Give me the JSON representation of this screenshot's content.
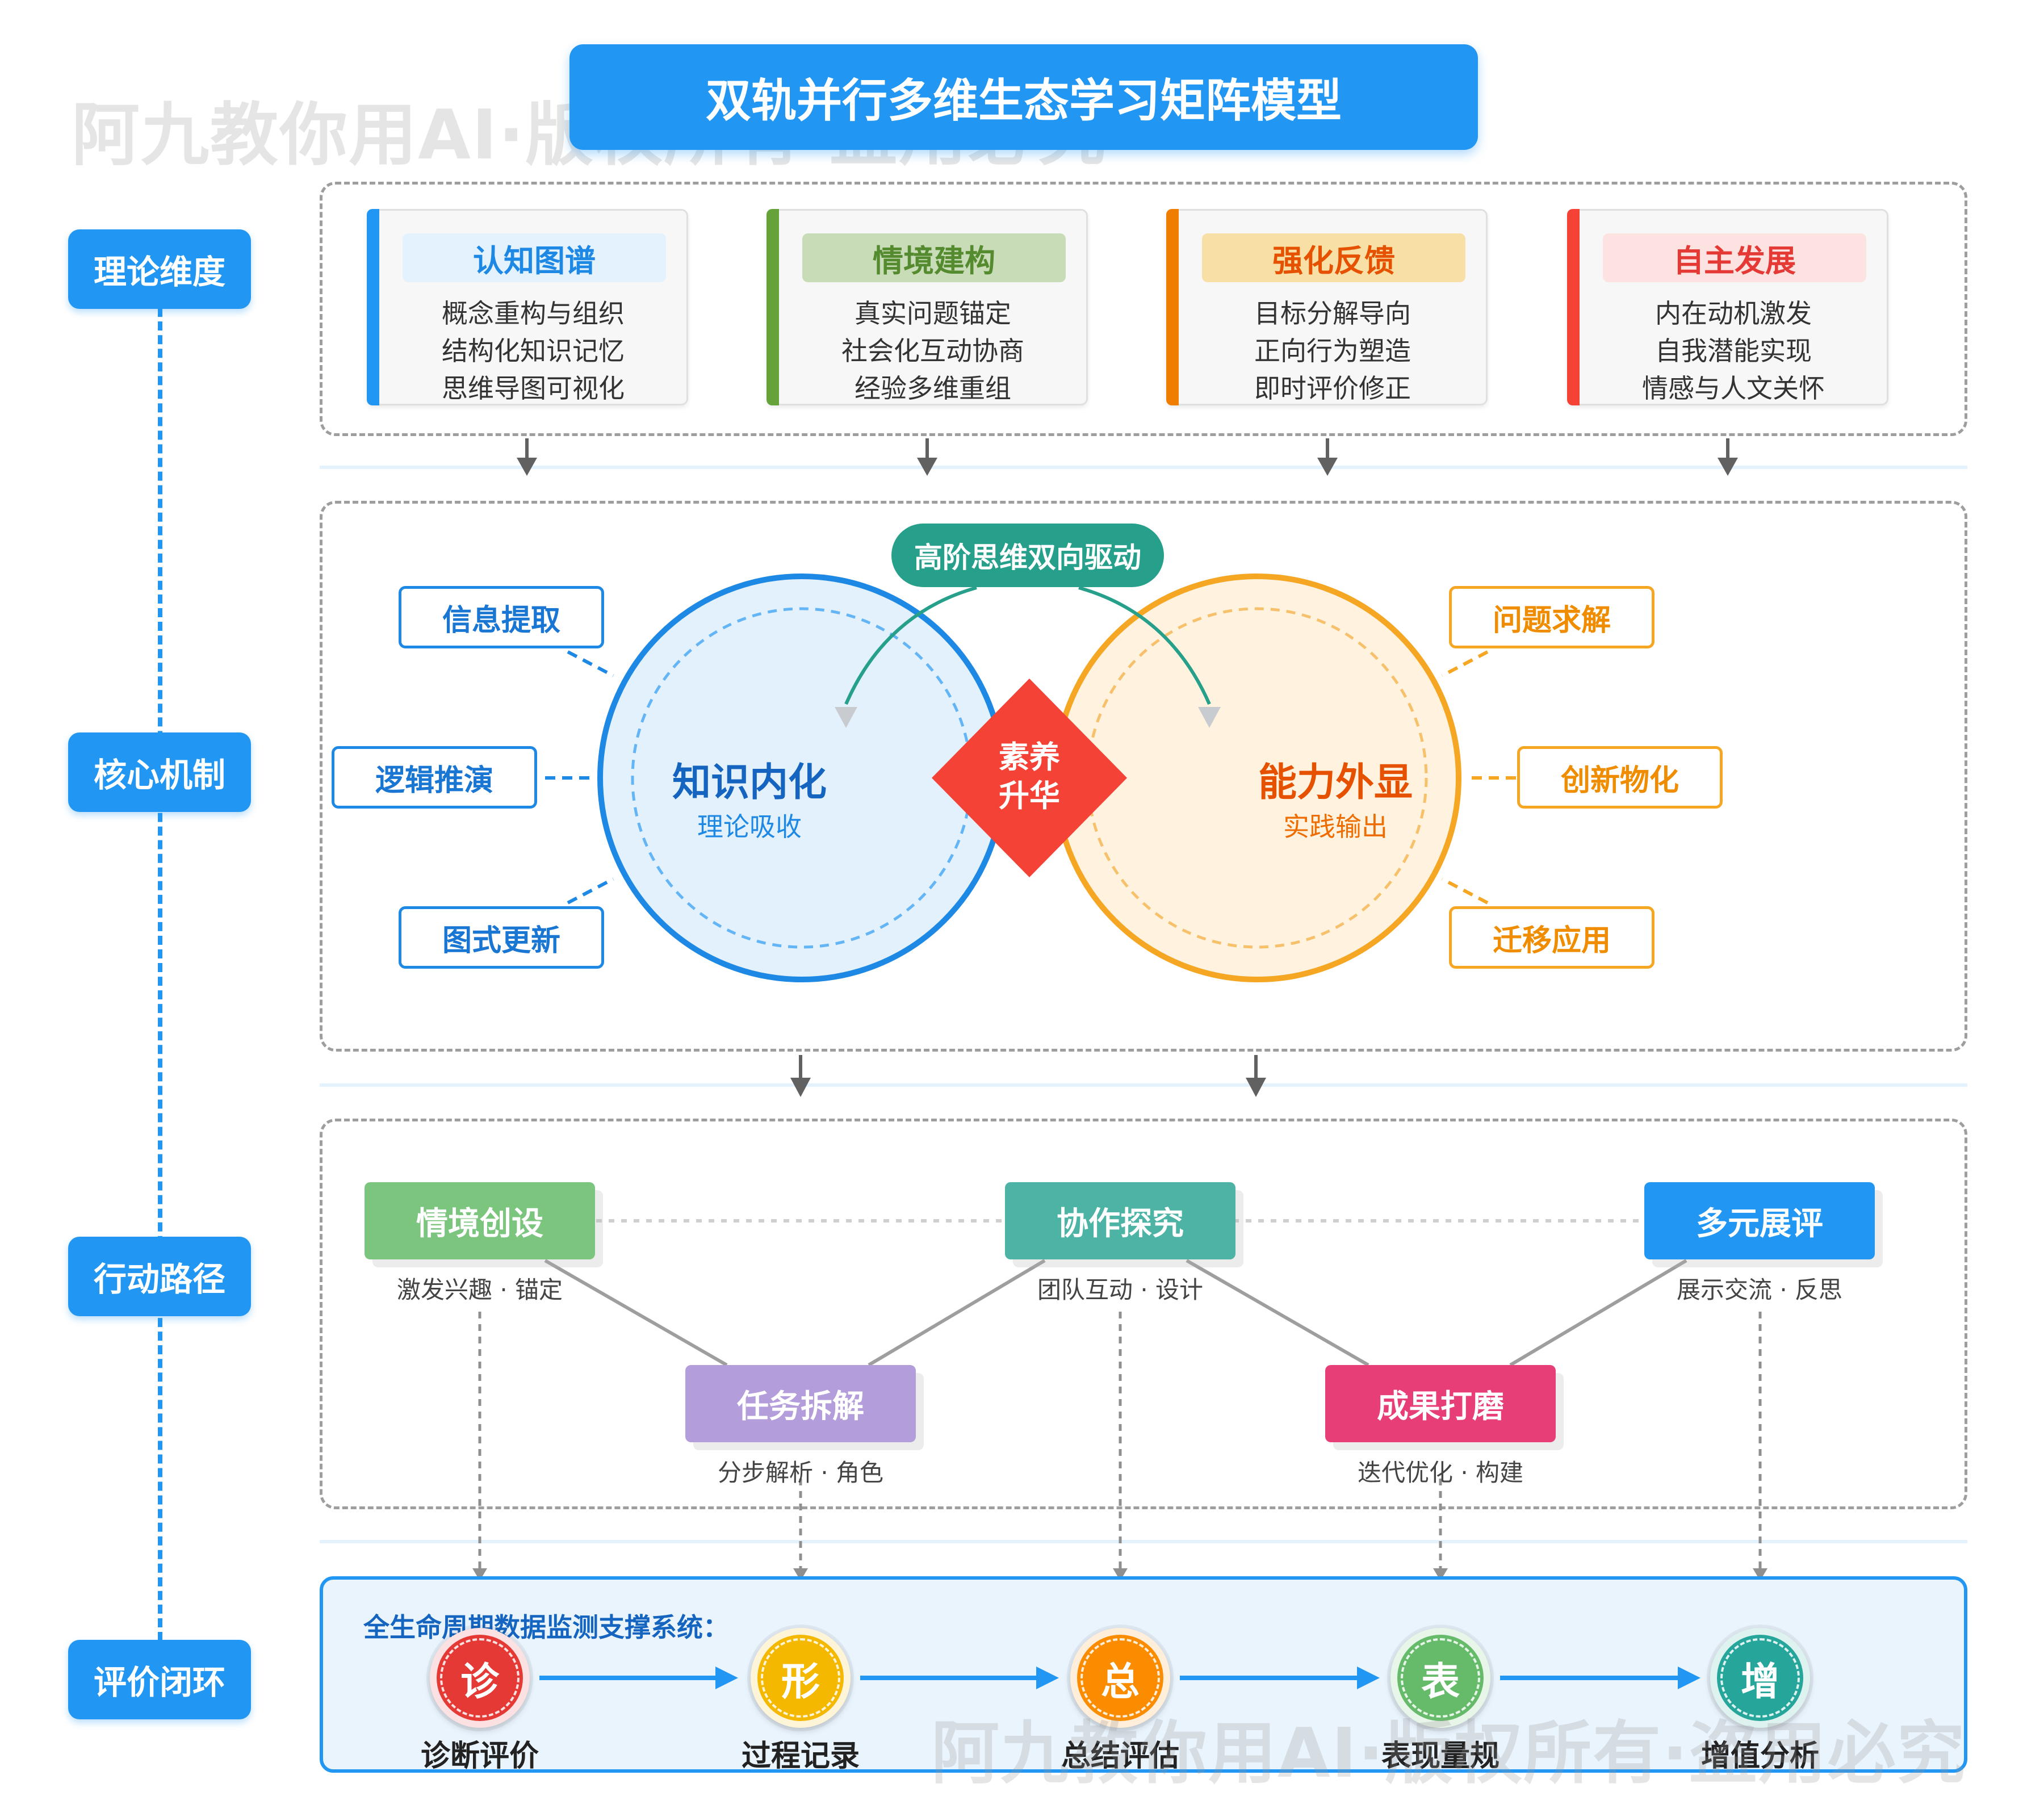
{
  "watermark": "阿九教你用AI·版权所有·盗用必究",
  "title": "双轨并行多维生态学习矩阵模型",
  "row_labels": [
    "理论维度",
    "核心机制",
    "行动路径",
    "评价闭环"
  ],
  "theory": [
    {
      "title": "认知图谱",
      "lines": [
        "概念重构与组织",
        "结构化知识记忆",
        "思维导图可视化"
      ],
      "color": "#2196f3",
      "bg": "#e3f2fd",
      "text_color": "#1e88e5"
    },
    {
      "title": "情境建构",
      "lines": [
        "真实问题锚定",
        "社会化互动协商",
        "经验多维重组"
      ],
      "color": "#66a23a",
      "bg": "#c9dcb8",
      "text_color": "#558b2f"
    },
    {
      "title": "强化反馈",
      "lines": [
        "目标分解导向",
        "正向行为塑造",
        "即时评价修正"
      ],
      "color": "#ef7d00",
      "bg": "#f7dfa5",
      "text_color": "#e65100"
    },
    {
      "title": "自主发展",
      "lines": [
        "内在动机激发",
        "自我潜能实现",
        "情感与人文关怀"
      ],
      "color": "#f44336",
      "bg": "#fde2e2",
      "text_color": "#e53935"
    }
  ],
  "mechanism": {
    "top_label": "高阶思维双向驱动",
    "left_circle": {
      "title": "知识内化",
      "subtitle": "理论吸收"
    },
    "right_circle": {
      "title": "能力外显",
      "subtitle": "实践输出"
    },
    "center": [
      "素养",
      "升华"
    ],
    "left_items": [
      "信息提取",
      "逻辑推演",
      "图式更新"
    ],
    "right_items": [
      "问题求解",
      "创新物化",
      "迁移应用"
    ]
  },
  "action": {
    "top_steps": [
      {
        "label": "情境创设",
        "sub": "激发兴趣 · 锚定",
        "color": "#7cc57f"
      },
      {
        "label": "协作探究",
        "sub": "团队互动 · 设计",
        "color": "#4cb3a5"
      },
      {
        "label": "多元展评",
        "sub": "展示交流 · 反思",
        "color": "#2196f3"
      }
    ],
    "bottom_steps": [
      {
        "label": "任务拆解",
        "sub": "分步解析 · 角色",
        "color": "#b39ddb"
      },
      {
        "label": "成果打磨",
        "sub": "迭代优化 · 构建",
        "color": "#e83e77"
      }
    ]
  },
  "evaluation": {
    "title": "全生命周期数据监测支撑系统：",
    "nodes": [
      {
        "char": "诊",
        "label": "诊断评价",
        "color": "#e53935"
      },
      {
        "char": "形",
        "label": "过程记录",
        "color": "#f5b800"
      },
      {
        "char": "总",
        "label": "总结评估",
        "color": "#fb8c00"
      },
      {
        "char": "表",
        "label": "表现量规",
        "color": "#66bb6a"
      },
      {
        "char": "增",
        "label": "增值分析",
        "color": "#26a69a"
      }
    ]
  },
  "colors": {
    "accent": "#2196f3",
    "blue_circle": "#1e88e5",
    "orange_circle": "#f5a623",
    "diamond": "#f44336",
    "teal_pill": "#26a08a"
  }
}
